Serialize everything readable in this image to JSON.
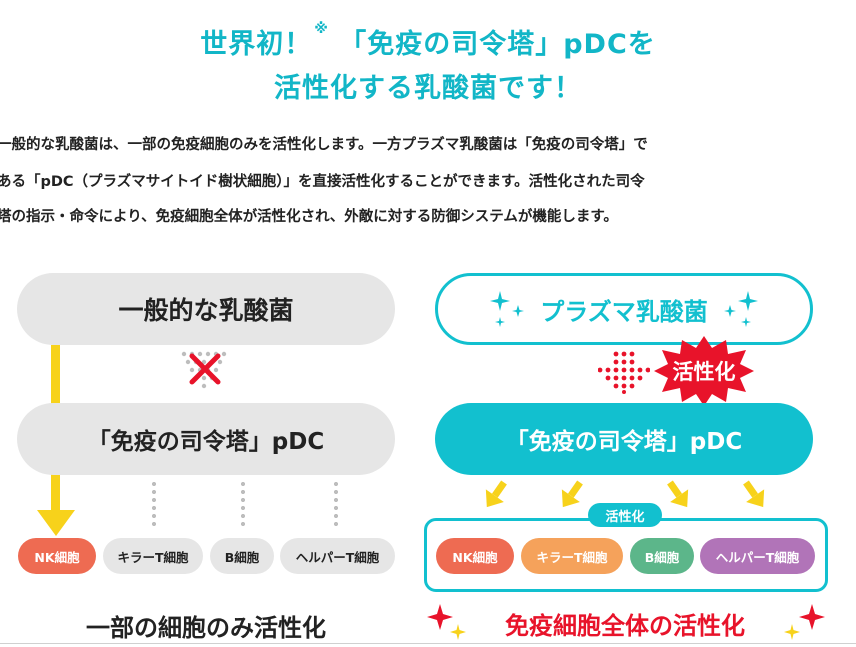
{
  "headline": {
    "line1": "世界初！",
    "note_mark": "※",
    "line1_rest": " 「免疫の司令塔」pDCを",
    "line2": "活性化する乳酸菌です！"
  },
  "paragraph": {
    "line1": "一般的な乳酸菌は、一部の免疫細胞のみを活性化します。一方プラズマ乳酸菌は「免疫の司令塔」で",
    "line2": "ある「pDC（プラズマサイトイド樹状細胞）」を直接活性化することができます。活性化された司令",
    "line3": "塔の指示・命令により、免疫細胞全体が活性化され、外敵に対する防御システムが機能します。"
  },
  "left": {
    "top_label": "一般的な乳酸菌",
    "pdc_label": "「免疫の司令塔」pDC",
    "chips": [
      "NK細胞",
      "キラーT細胞",
      "B細胞",
      "ヘルパーT細胞"
    ],
    "caption": "一部の細胞のみ活性化"
  },
  "right": {
    "top_label": "プラズマ乳酸菌",
    "activate_badge": "活性化",
    "pdc_label": "「免疫の司令塔」pDC",
    "group_label": "活性化",
    "chips": [
      "NK細胞",
      "キラーT細胞",
      "B細胞",
      "ヘルパーT細胞"
    ],
    "caption": "免疫細胞全体の活性化"
  },
  "colors": {
    "teal": "#12c0cf",
    "headline_teal": "#12b6c7",
    "red": "#e8132a",
    "yellow": "#f7d21b",
    "nk": "#ee6b52",
    "killer": "#f5a25b",
    "b": "#5cb68a",
    "helper": "#b174b8",
    "grey": "#e6e6e6"
  }
}
